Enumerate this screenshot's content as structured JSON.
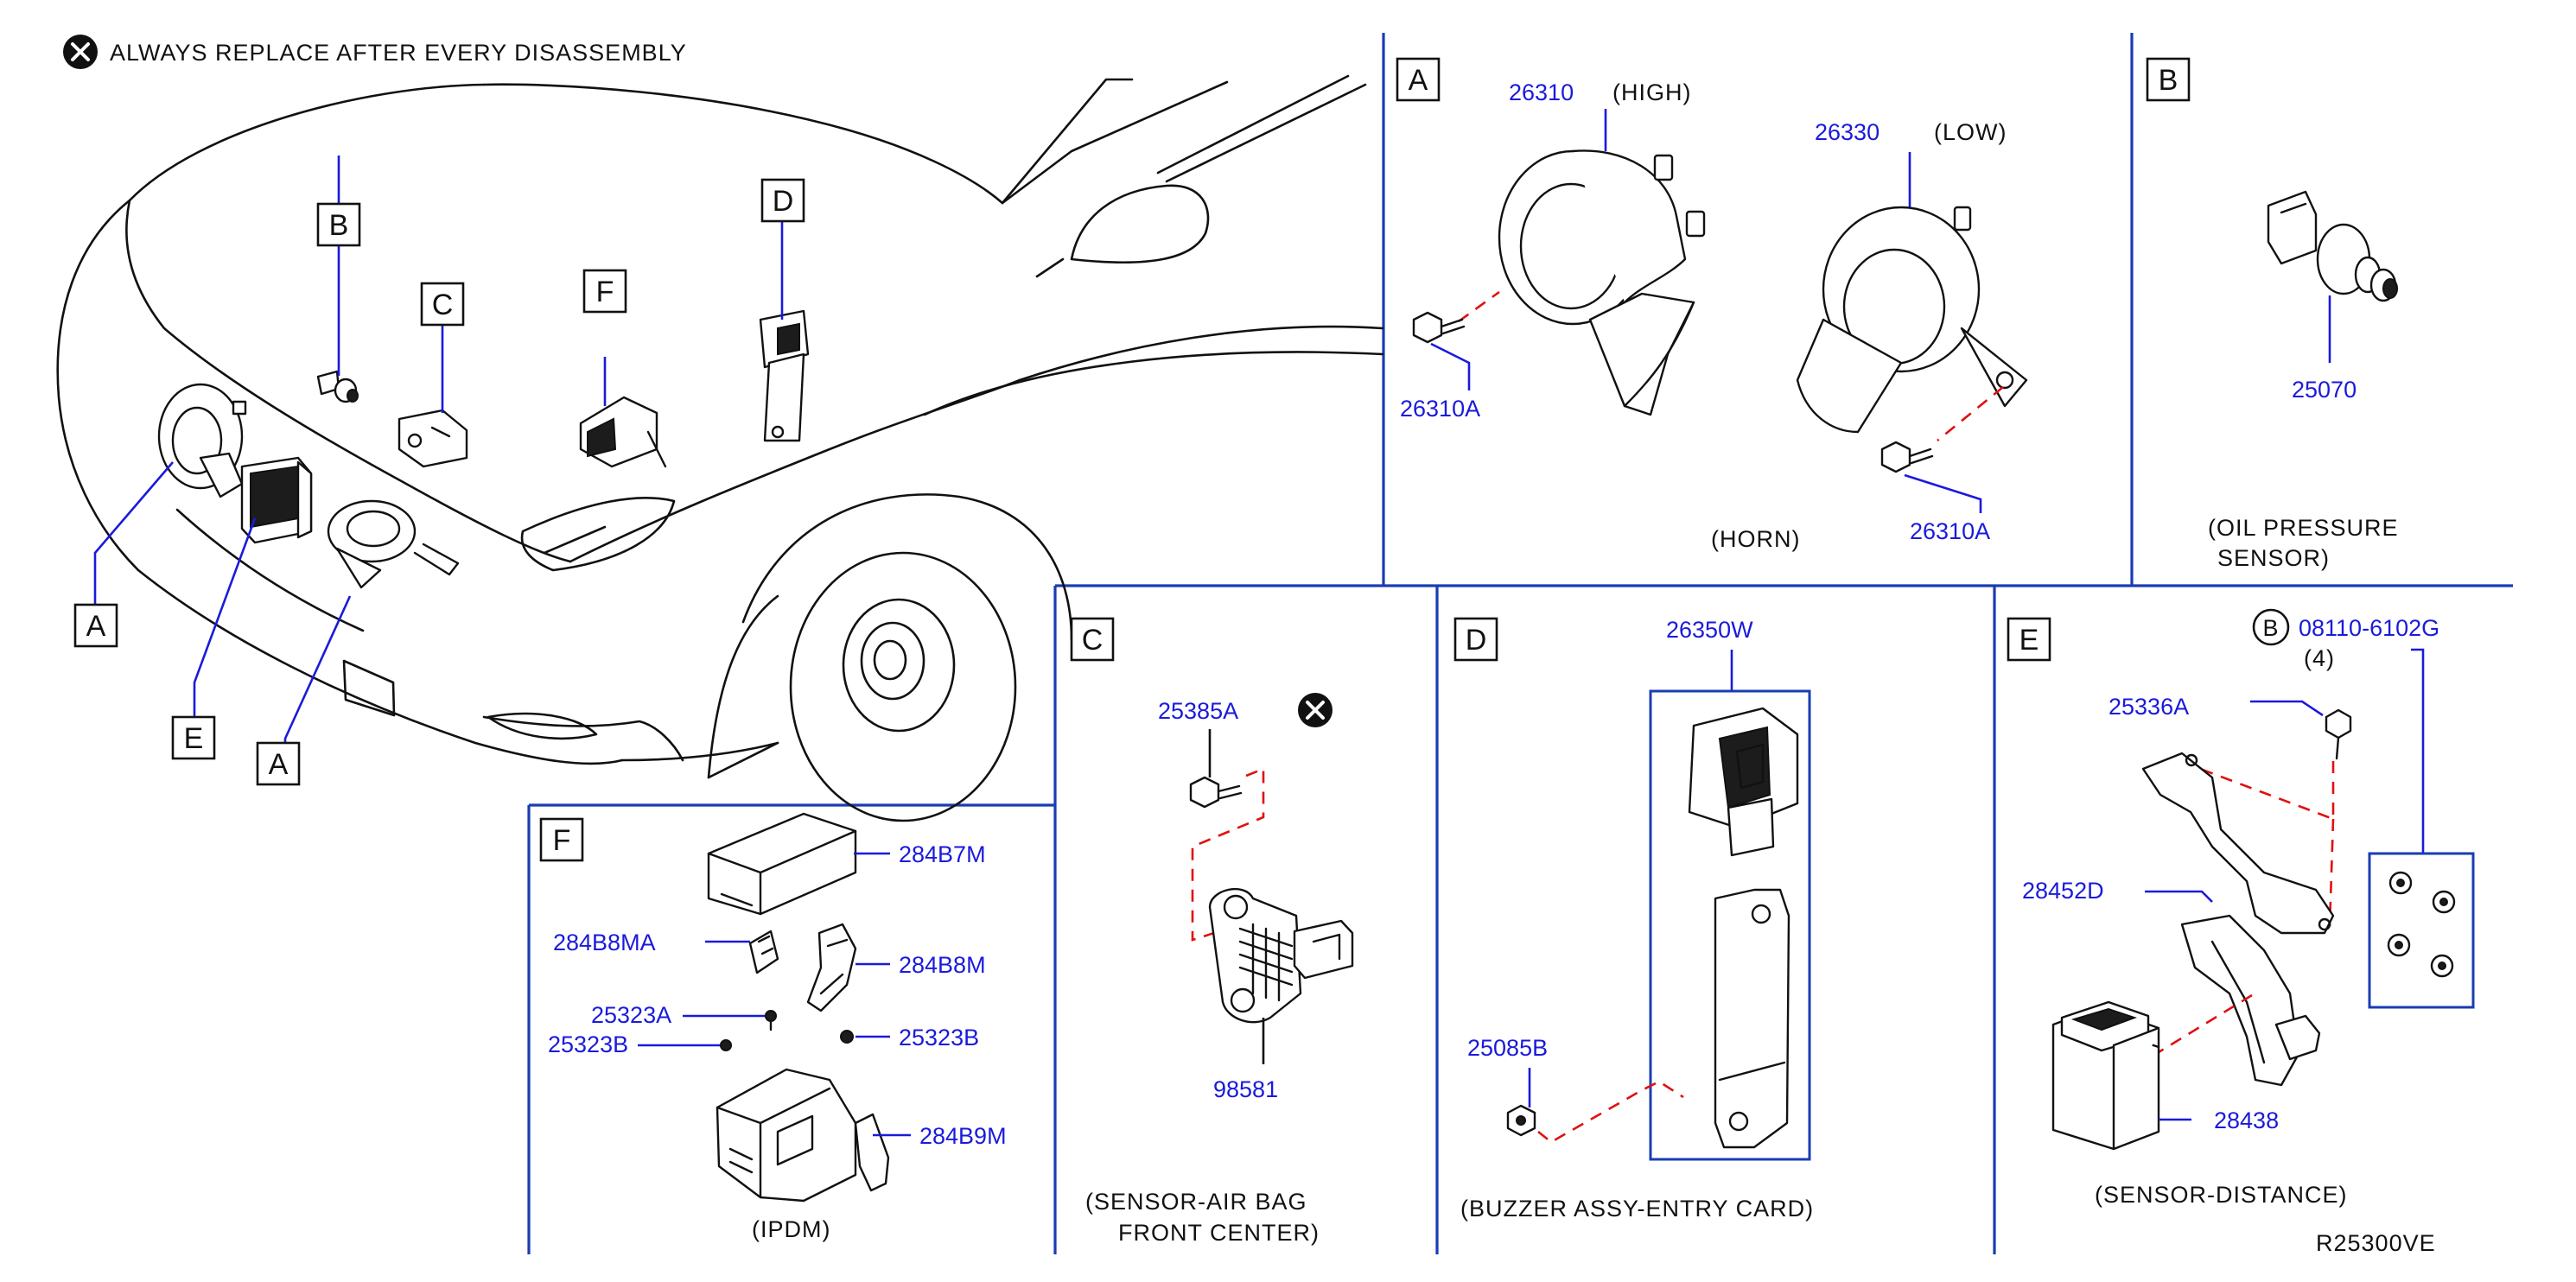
{
  "note": {
    "text": "ALWAYS  REPLACE  AFTER  EVERY  DISASSEMBLY"
  },
  "overview": {
    "callouts": [
      "A",
      "B",
      "C",
      "D",
      "E",
      "F",
      "A"
    ]
  },
  "panel_a": {
    "letter": "A",
    "p1": "26310",
    "p1_note": "(HIGH)",
    "p2": "26330",
    "p2_note": "(LOW)",
    "bolt1": "26310A",
    "bolt2": "26310A",
    "caption": "(HORN)"
  },
  "panel_b": {
    "letter": "B",
    "p1": "25070",
    "caption_line1": "(OIL  PRESSURE",
    "caption_line2": "SENSOR)"
  },
  "panel_c": {
    "letter": "C",
    "p1": "25385A",
    "p2": "98581",
    "caption_line1": "(SENSOR-AIR  BAG",
    "caption_line2": "FRONT  CENTER)"
  },
  "panel_d": {
    "letter": "D",
    "p1": "26350W",
    "p2": "25085B",
    "caption": "(BUZZER  ASSY-ENTRY  CARD)"
  },
  "panel_e": {
    "letter": "E",
    "bolt_symbol": "B",
    "bolt": "08110-6102G",
    "bolt_qty": "(4)",
    "p1": "25336A",
    "p2": "28452D",
    "p3": "28438",
    "caption": "(SENSOR-DISTANCE)"
  },
  "panel_f": {
    "letter": "F",
    "p1": "284B7M",
    "p2": "284B8MA",
    "p3": "284B8M",
    "p4": "25323A",
    "p5": "25323B",
    "p6": "25323B",
    "p7": "284B9M",
    "caption": "(IPDM)"
  },
  "footer": {
    "ref": "R25300VE"
  },
  "colors": {
    "part_number": "#1a1adc",
    "divider": "#1a3cb4",
    "dashed_leader": "#e01010",
    "ink": "#111111"
  }
}
